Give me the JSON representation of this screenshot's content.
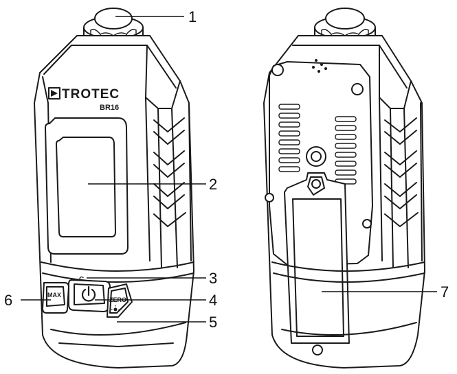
{
  "device": {
    "brand": "TROTEC",
    "model": "BR16",
    "buttons": {
      "max": "MAX",
      "zero": "ZERO",
      "led_marker": "C"
    }
  },
  "callouts": [
    {
      "id": "1",
      "label": "1"
    },
    {
      "id": "2",
      "label": "2"
    },
    {
      "id": "3",
      "label": "3"
    },
    {
      "id": "4",
      "label": "4"
    },
    {
      "id": "5",
      "label": "5"
    },
    {
      "id": "6",
      "label": "6"
    },
    {
      "id": "7",
      "label": "7"
    }
  ]
}
